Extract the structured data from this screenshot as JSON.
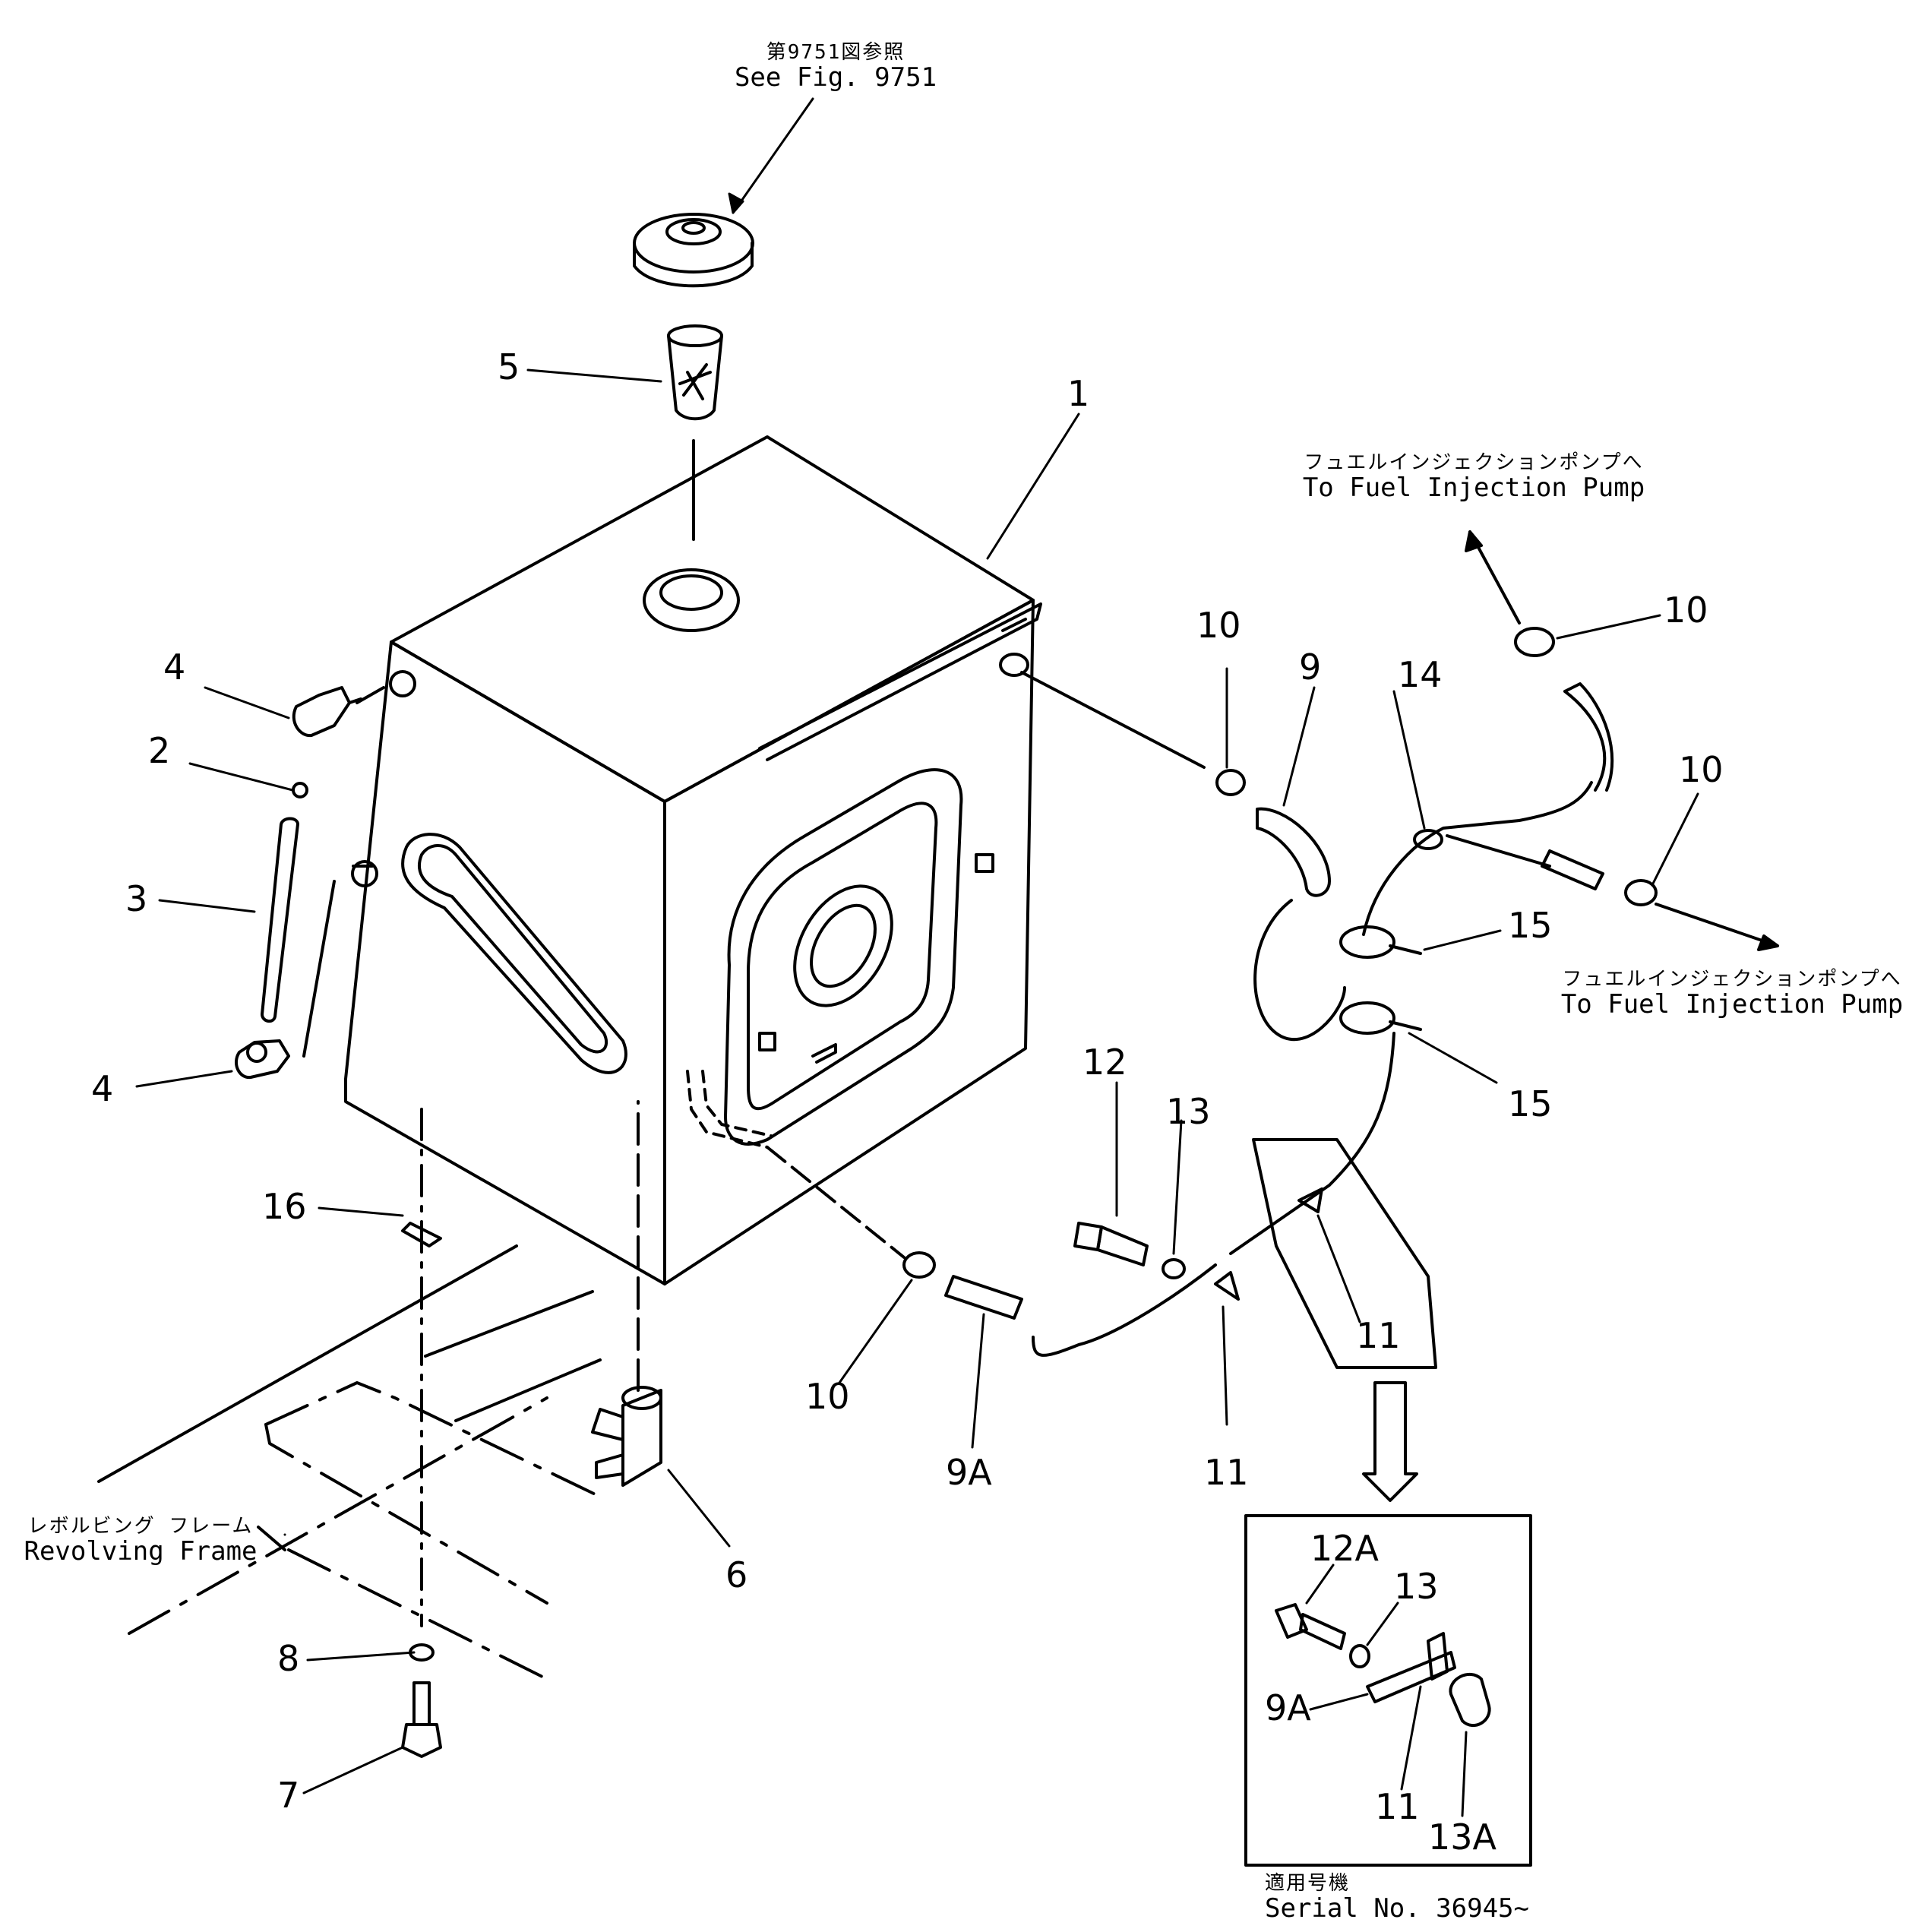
{
  "notes": {
    "see_fig_jp": "第9751図参照",
    "see_fig_en": "See Fig. 9751",
    "to_pump_top_jp": "フュエルインジェクションポンプへ",
    "to_pump_top_en": "To Fuel Injection Pump",
    "to_pump_right_jp": "フュエルインジェクションポンプへ",
    "to_pump_right_en": "To Fuel Injection Pump",
    "frame_jp": "レボルビング フレーム",
    "frame_en": "Revolving Frame",
    "serial_jp": "適用号機",
    "serial_en": "Serial No. 36945~"
  },
  "callouts": {
    "c1": "1",
    "c2": "2",
    "c3": "3",
    "c4a": "4",
    "c4b": "4",
    "c5": "5",
    "c6": "6",
    "c7": "7",
    "c8": "8",
    "c9": "9",
    "c9a": "9A",
    "c10a": "10",
    "c10b": "10",
    "c10c": "10",
    "c10d": "10",
    "c11a": "11",
    "c11b": "11",
    "c12": "12",
    "c13": "13",
    "c14": "14",
    "c15a": "15",
    "c15b": "15",
    "c16": "16",
    "i12a": "12A",
    "i13": "13",
    "i9a": "9A",
    "i11": "11",
    "i13a": "13A"
  }
}
